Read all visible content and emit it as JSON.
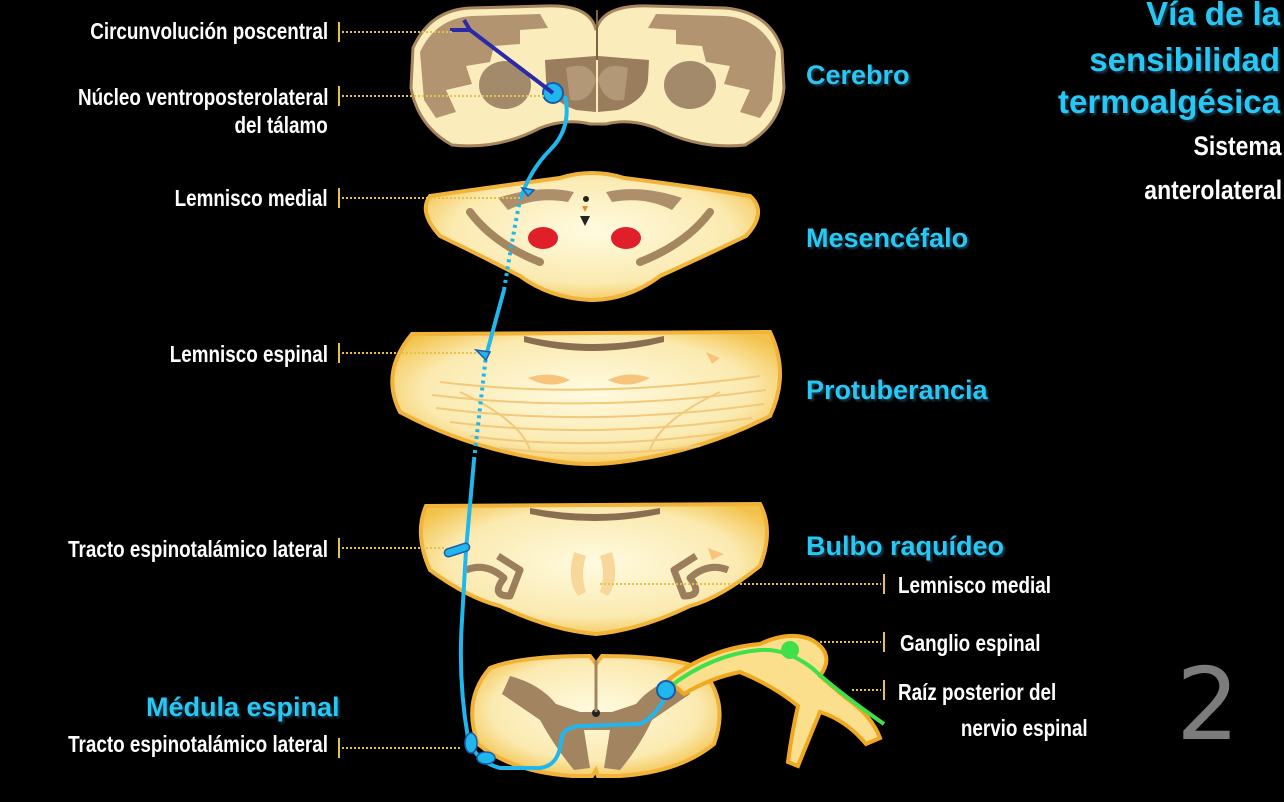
{
  "title": {
    "line1": "Vía de la",
    "line2": "sensibilidad",
    "line3": "termoalgésica",
    "sub1": "Sistema",
    "sub2": "anterolateral"
  },
  "regions": {
    "cerebro": "Cerebro",
    "mesencefalo": "Mesencéfalo",
    "protuberancia": "Protuberancia",
    "bulbo": "Bulbo raquídeo",
    "medula": "Médula espinal"
  },
  "labels": {
    "circunvolucion": "Circunvolución poscentral",
    "nucleo_l1": "Núcleo ventroposterolateral",
    "nucleo_l2": "del tálamo",
    "lemnisco_medial_mes": "Lemnisco medial",
    "lemnisco_espinal": "Lemnisco espinal",
    "tracto_bulbo": "Tracto espinotalámico lateral",
    "lemnisco_medial_bulbo": "Lemnisco medial",
    "ganglio": "Ganglio espinal",
    "raiz_l1": "Raíz posterior del",
    "raiz_l2": "nervio espinal",
    "tracto_medula": "Tracto espinotalámico lateral"
  },
  "slide_number": "2",
  "colors": {
    "background": "#000000",
    "region_text": "#27c8f5",
    "pathway": "#1fb7ee",
    "cortical_projection": "#2a2aa8",
    "ganglion_fiber": "#3fe04a",
    "tissue": "#fbecb4",
    "tissue_edge": "#f5c440",
    "gray_matter": "#9a8064",
    "red_nucleus": "#e0202a",
    "leader_line": "#e6c24a"
  }
}
